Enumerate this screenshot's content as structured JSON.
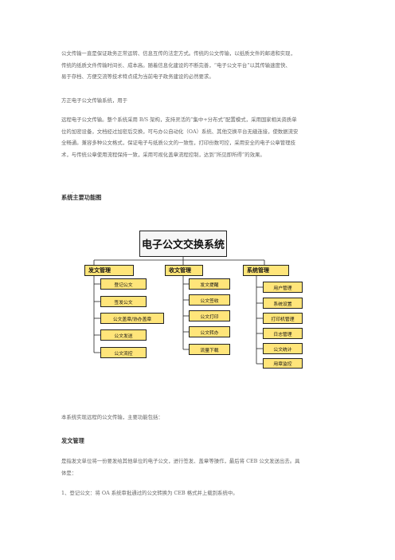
{
  "document": {
    "intro_lines": [
      "公文传输一直是保证政务正常运转、信息互传的法定方式。传统的公文传输，以纸质文件的邮递和实现，",
      "传统的纸质文件传输时间长、成本高。随着信息化建设的不断完善，“电子公文平台”以其传输速度快、",
      "易于存档、方便交流等技术特点成为当前电子政务建设的必然要求。"
    ],
    "lead": "方正电子公文传输系统，用于",
    "desc_lines": [
      "远程电子公文传输。整个系统采用 B/S 架构，支持灵活的“集中+分布式”配置模式，采用国家相关资质单",
      "位的加密设备，文档经过加密后交换，可与办公自动化（OA）系统、其他交换平台无缝连接，使数据流安",
      "全畅通。兼容多种公文格式，保证电子与纸质公文的一致性，打印份数可控，采用安全的电子公章管理技",
      "术，与传统公章使用流程保持一致，采用可视化盖章流程控制，达到“所见即所得”的效果。"
    ],
    "section_heading": "系统主要功能图",
    "tick_mark": "‘",
    "summary": "本系统实现远程的公文传输，主要功能包括：",
    "subheading": "发文管理",
    "body_lines": [
      "是指发文单位将一份要发给其他单位的电子公文，进行签发、盖章等操作，最后将 CEB 公文发送出去。具",
      "体是："
    ],
    "list_item": "1、登记公文：将 OA 系统审批通过的公文转换为 CEB 格式并上载到系统中。"
  },
  "diagram": {
    "root": "电子公文交换系统",
    "columns": [
      {
        "title": "发文管理",
        "items": [
          "登记公文",
          "签发公文",
          "公文盖章/协办盖章",
          "公文发送",
          "公文流控"
        ]
      },
      {
        "title": "收文管理",
        "items": [
          "发文提醒",
          "公文签收",
          "公文打印",
          "公文转办",
          "流量下载"
        ]
      },
      {
        "title": "系统管理",
        "items": [
          "用户管理",
          "系统设置",
          "打印机管理",
          "日志管理",
          "公文统计",
          "用章监控"
        ]
      }
    ]
  }
}
